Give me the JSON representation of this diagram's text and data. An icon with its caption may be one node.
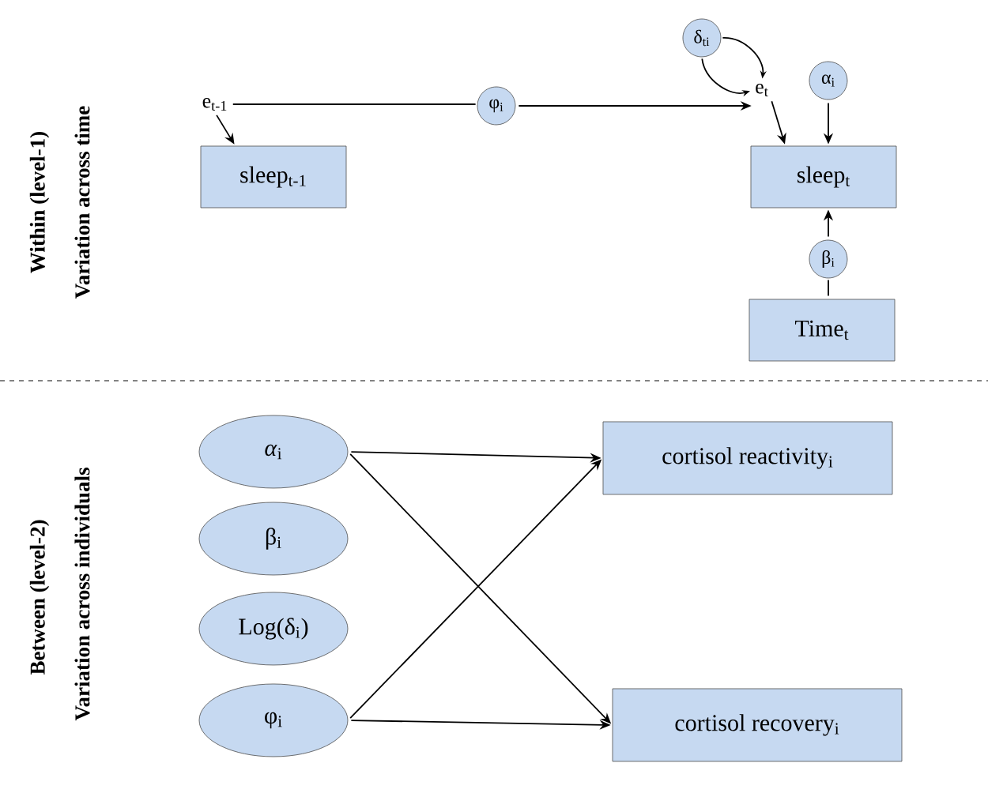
{
  "diagram": {
    "nodes": [
      {
        "text": [
          "e$_{t-1}$"
        ]
      },
      {
        "text": [
          "sleep$_{t-1}$"
        ]
      },
      {
        "text": [
          "φ$_{i}$"
        ]
      },
      {
        "text": [
          "e$_{t}$"
        ]
      },
      {
        "text": [
          "δ$_{ti}$"
        ]
      },
      {
        "text": [
          "α$_{i}$"
        ]
      },
      {
        "text": [
          "sleep$_{t}$"
        ]
      },
      {
        "text": [
          "β$_{i}$"
        ]
      },
      {
        "text": [
          "Time$_{t}$"
        ]
      },
      {
        "text": [
          "*α*$_{i}$"
        ]
      },
      {
        "text": [
          "β$_{i}$"
        ]
      },
      {
        "text": [
          "Log(δ$_{i}$)"
        ]
      },
      {
        "text": [
          "φ$_{i}$"
        ]
      },
      {
        "text": [
          "cortisol reactivity$_{i}$"
        ]
      },
      {
        "text": [
          "cortisol recovery$_{i}$"
        ]
      }
    ],
    "edges": [
      {
        "from": 0,
        "to": 1,
        "arrow": "to"
      },
      {
        "from": 0,
        "to": 2,
        "arrow": "none"
      },
      {
        "from": 2,
        "to": 3,
        "arrow": "to"
      },
      {
        "from": 4,
        "to": 3,
        "arrow": "to"
      },
      {
        "from": 4,
        "to": 3,
        "arrow": "to"
      },
      {
        "from": 3,
        "to": 6,
        "arrow": "to"
      },
      {
        "from": 5,
        "to": 6,
        "arrow": "to"
      },
      {
        "from": 8,
        "to": 7,
        "arrow": "none"
      },
      {
        "from": 7,
        "to": 6,
        "arrow": "to"
      },
      {
        "from": 9,
        "to": 13,
        "arrow": "to"
      },
      {
        "from": 9,
        "to": 14,
        "arrow": "to"
      },
      {
        "from": 12,
        "to": 13,
        "arrow": "to"
      },
      {
        "from": 12,
        "to": 14,
        "arrow": "to"
      }
    ],
    "labels": [
      "Within (level-1)",
      "Variation across time",
      "Between (level-2)",
      "Variation across individuals"
    ]
  }
}
